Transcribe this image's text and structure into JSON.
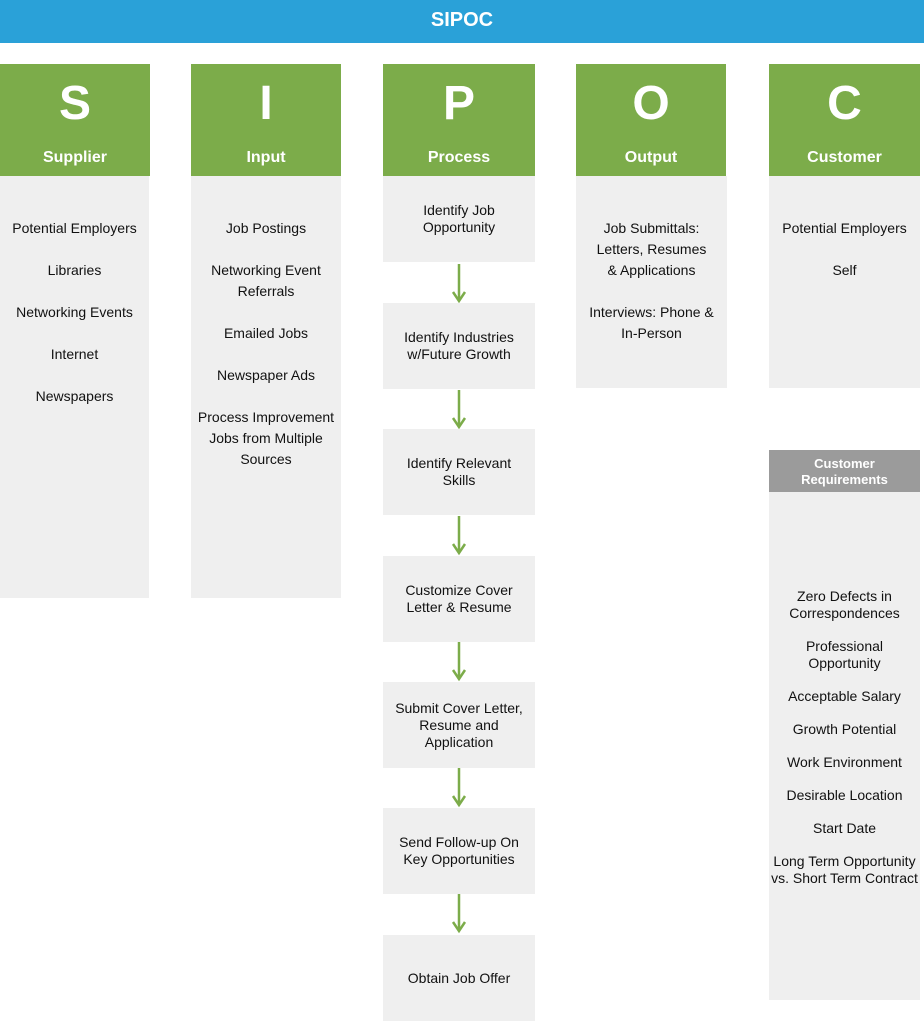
{
  "title": "SIPOC",
  "columns": [
    {
      "letter": "S",
      "name": "Supplier",
      "items": [
        "Potential Employers",
        "Libraries",
        "Networking Events",
        "Internet",
        "Newspapers"
      ]
    },
    {
      "letter": "I",
      "name": "Input",
      "items": [
        "Job Postings",
        "Networking Event Referrals",
        "Emailed Jobs",
        "Newspaper Ads",
        "Process Improvement Jobs from Multiple Sources"
      ]
    },
    {
      "letter": "P",
      "name": "Process",
      "steps": [
        "Identify Job Opportunity",
        "Identify Industries w/Future Growth",
        "Identify Relevant Skills",
        "Customize Cover Letter & Resume",
        "Submit Cover Letter, Resume and Application",
        "Send Follow-up On Key Opportunities",
        "Obtain Job Offer"
      ]
    },
    {
      "letter": "O",
      "name": "Output",
      "items": [
        "Job Submittals: Letters, Resumes & Applications",
        "Interviews: Phone & In-Person"
      ]
    },
    {
      "letter": "C",
      "name": "Customer",
      "items": [
        "Potential Employers",
        "Self"
      ]
    }
  ],
  "customer_requirements": {
    "title": "Customer Requirements",
    "items": [
      "Zero Defects in Correspondences",
      "Professional Opportunity",
      "Acceptable Salary",
      "Growth Potential",
      "Work Environment",
      "Desirable Location",
      "Start Date",
      "Long Term Opportunity vs. Short Term Contract"
    ]
  },
  "colors": {
    "banner": "#2aa1d8",
    "header_green": "#7cac4a",
    "box_gray": "#efefef",
    "requirements_header": "#9b9b9b",
    "arrow": "#7cac4a"
  }
}
